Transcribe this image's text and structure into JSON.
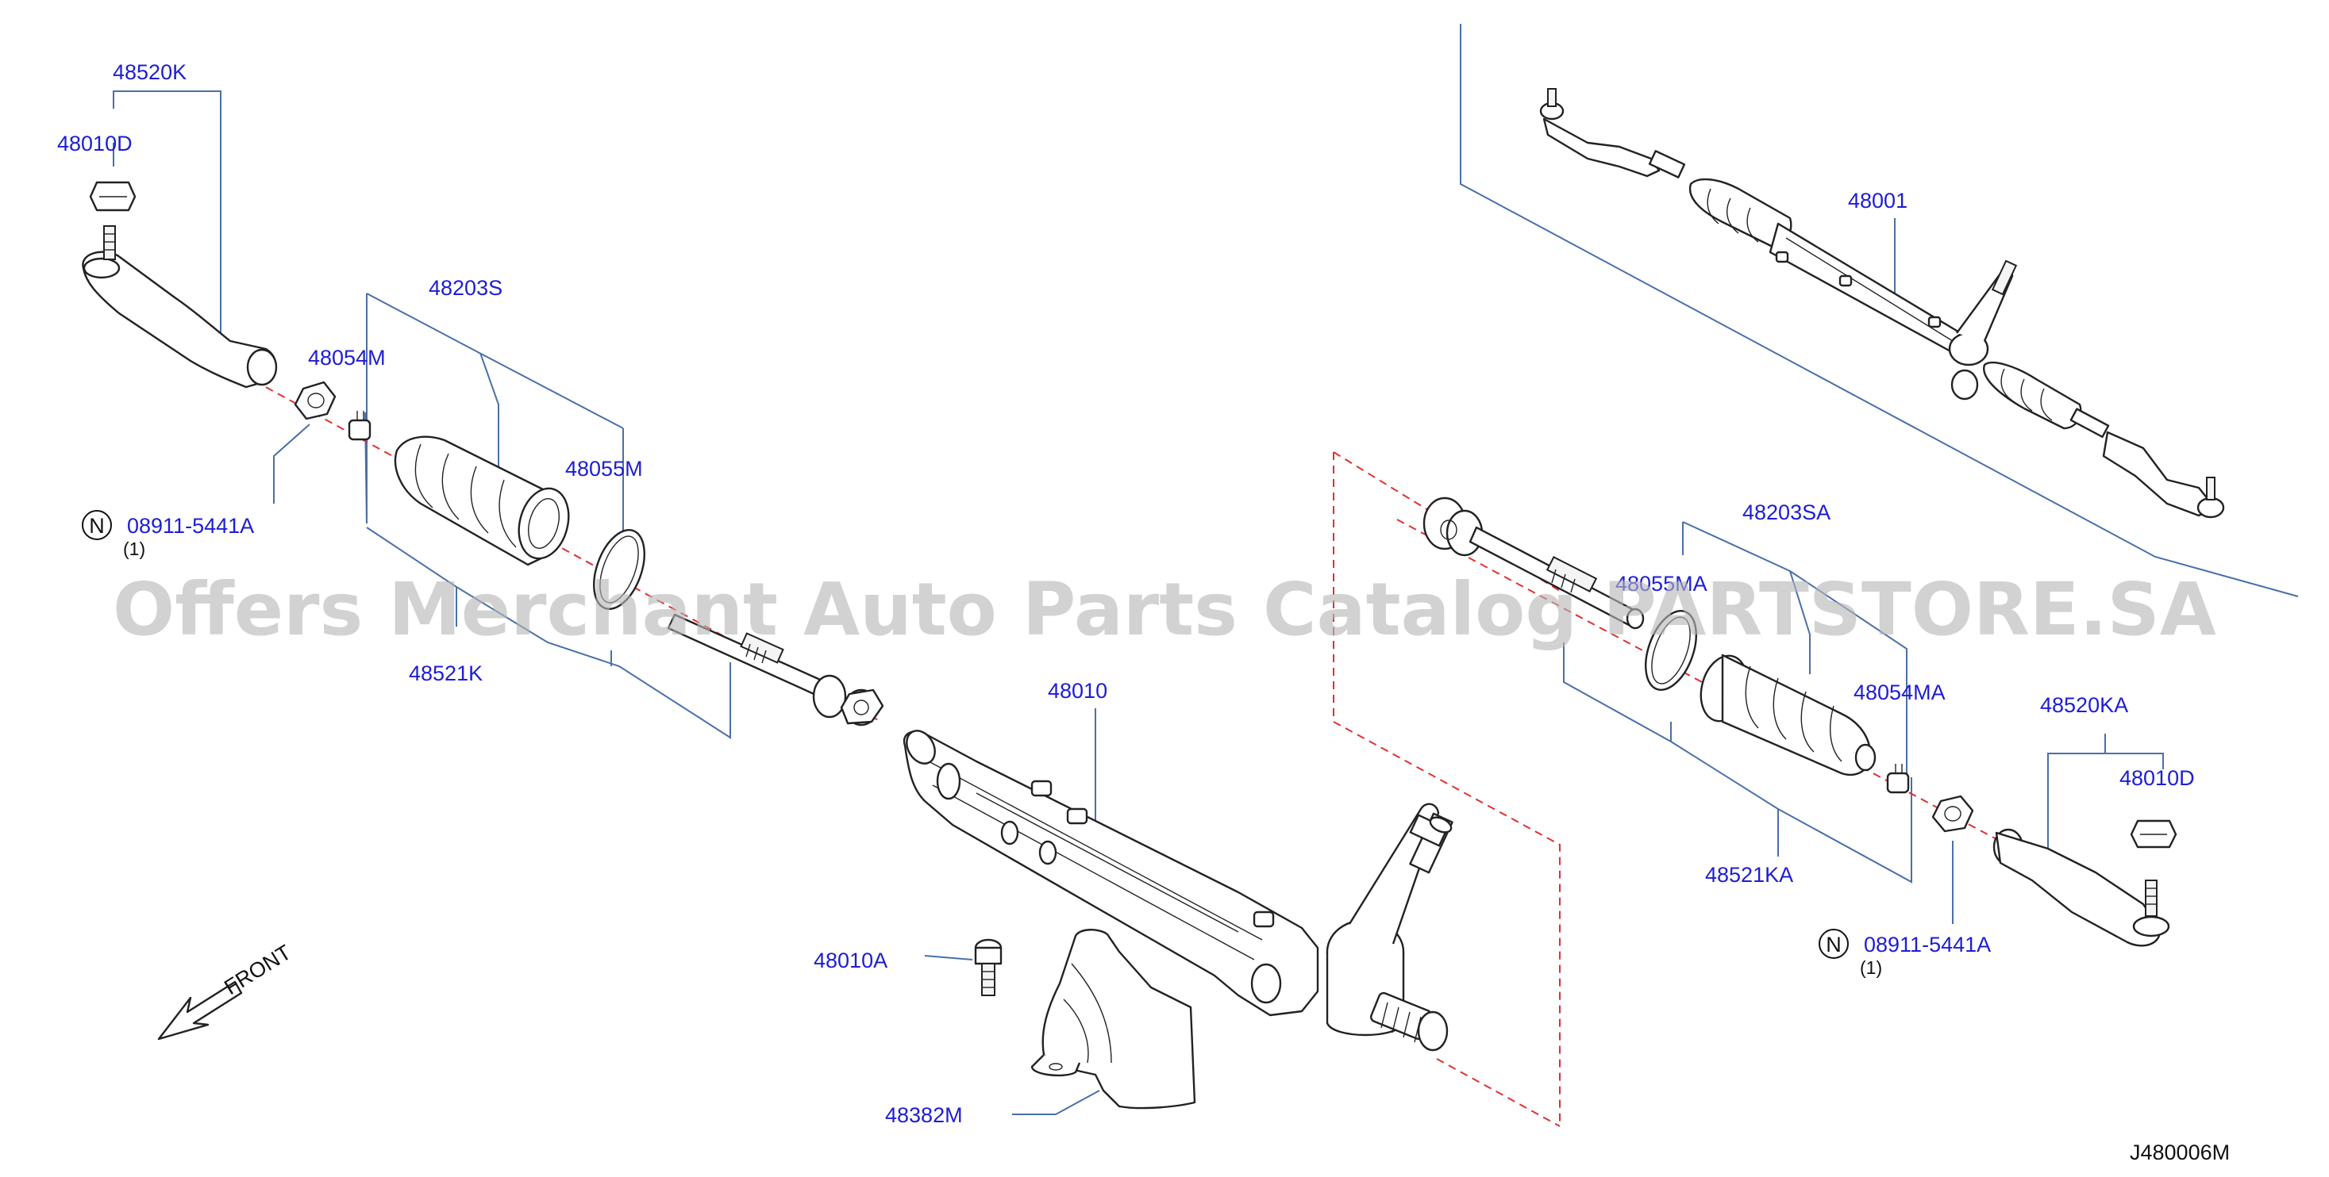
{
  "labels": {
    "p48520K": "48520K",
    "p48010D_left": "48010D",
    "p48203S": "48203S",
    "p48054M": "48054M",
    "p48055M": "48055M",
    "p08911_left": "08911-5441A",
    "qty_left": "(1)",
    "p48521K": "48521K",
    "p48010": "48010",
    "p48010A": "48010A",
    "p48382M": "48382M",
    "p48001": "48001",
    "p48203SA": "48203SA",
    "p48055MA": "48055MA",
    "p48054MA": "48054MA",
    "p48520KA": "48520KA",
    "p48010D_right": "48010D",
    "p48521KA": "48521KA",
    "p08911_right": "08911-5441A",
    "qty_right": "(1)",
    "front": "FRONT",
    "diagram_code": "J480006M",
    "n_symbol": "N"
  },
  "watermark": "Offers Merchant Auto Parts Catalog PARTSTORE.SA",
  "colors": {
    "part_number": "#1d1dd6",
    "leader_line": "#4a6fa8",
    "axis_dash": "#e03030",
    "watermark": "#b7b7b7"
  },
  "icons": {
    "front_arrow": "front-arrow-icon",
    "n_badge": "n-circle-icon"
  }
}
